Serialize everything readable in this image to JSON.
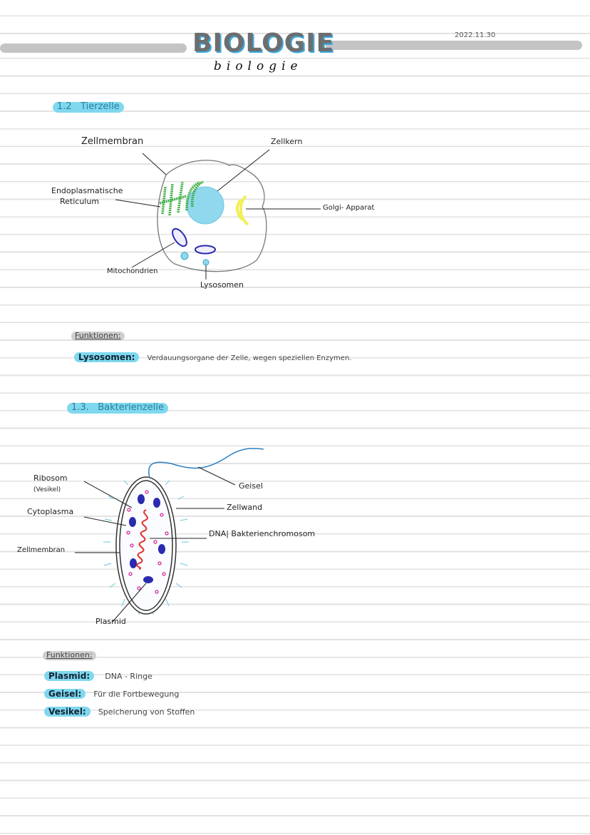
{
  "header": {
    "title": "BIOLOGIE",
    "title_script": "biologie",
    "date": "2022.11.30"
  },
  "section_animal": {
    "number": "1.2",
    "title": "Tierzelle",
    "labels": {
      "membrane": "Zellmembran",
      "nucleus": "Zellkern",
      "er_line1": "Endoplasmatische",
      "er_line2": "Reticulum",
      "golgi": "Golgi- Apparat",
      "mitochondria": "Mitochondrien",
      "lysosomes": "Lysosomen"
    },
    "functions_heading": "Funktionen:",
    "functions": [
      {
        "term": "Lysosomen:",
        "text": "Verdauungsorgane der Zelle, wegen speziellen Enzymen."
      }
    ]
  },
  "section_bacteria": {
    "number": "1.3.",
    "title": "Bakterienzelle",
    "labels": {
      "ribosome": "Ribosom",
      "ribosome_sub": "(Vesikel)",
      "cytoplasm": "Cytoplasma",
      "membrane": "Zellmembran",
      "flagellum": "Geisel",
      "cell_wall": "Zellwand",
      "dna": "DNA| Bakterienchromosom",
      "plasmid": "Plasmid"
    },
    "functions_heading": "Funktionen:",
    "functions": [
      {
        "term": "Plasmid:",
        "text": "DNA - Ringe"
      },
      {
        "term": "Geisel:",
        "text": "Für die Fortbewegung"
      },
      {
        "term": "Vesikel:",
        "text": "Speicherung von Stoffen"
      }
    ]
  },
  "colors": {
    "highlight": "#7fd8ee",
    "gray": "#c4c4c4",
    "er": "#3cb043",
    "nucleus": "#8fd8ee",
    "golgi": "#f2ef5a",
    "mito": "#2a2ab0",
    "dna": "#e0302a",
    "ribo": "#d02a9a",
    "flagellum": "#2a7fc0"
  }
}
